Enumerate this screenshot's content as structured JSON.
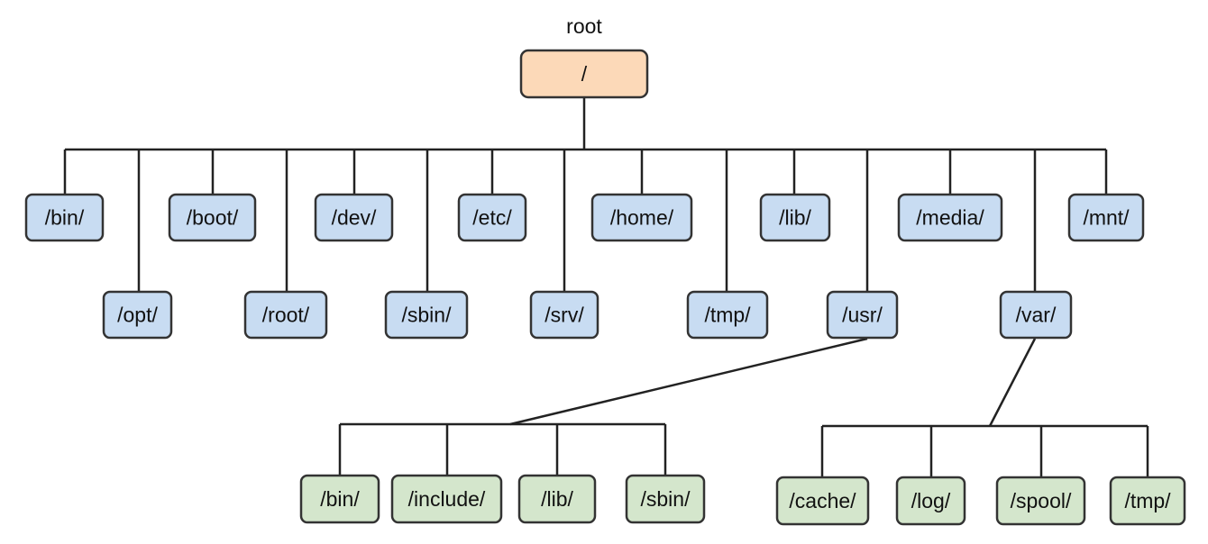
{
  "root": {
    "caption": "root",
    "label": "/"
  },
  "top_level": [
    "/bin/",
    "/opt/",
    "/boot/",
    "/root/",
    "/dev/",
    "/sbin/",
    "/etc/",
    "/srv/",
    "/home/",
    "/tmp/",
    "/lib/",
    "/usr/",
    "/media/",
    "/var/",
    "/mnt/"
  ],
  "usr_children": [
    "/bin/",
    "/include/",
    "/lib/",
    "/sbin/"
  ],
  "var_children": [
    "/cache/",
    "/log/",
    "/spool/",
    "/tmp/"
  ],
  "colors": {
    "root_fill": "#fcd9b8",
    "top_fill": "#c8dcf2",
    "child_fill": "#d4e6cc",
    "stroke": "#333333"
  }
}
